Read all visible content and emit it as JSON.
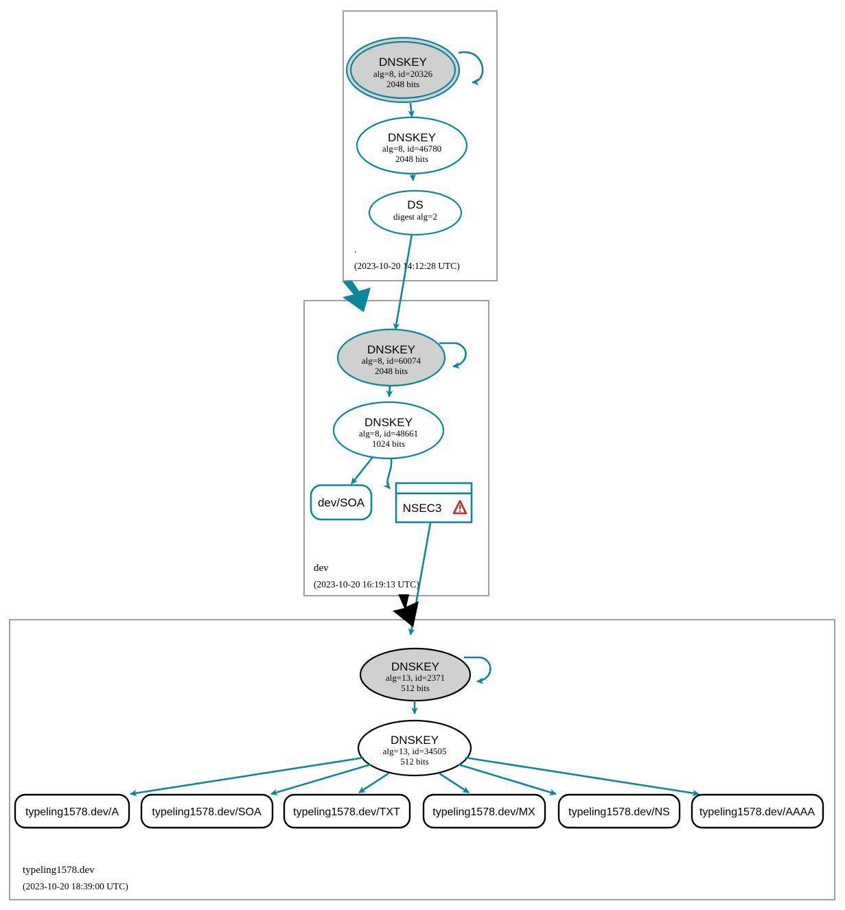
{
  "diagram": {
    "type": "dnssec-authentication-chain",
    "accent_teal": "#0a879b",
    "node_fill_sep": "#d0d0d0",
    "zone_border": "#a0a0a0",
    "warning_color": "#cc2222"
  },
  "zones": [
    {
      "id": "root",
      "name": ".",
      "timestamp": "(2023-10-20 14:12:28 UTC)",
      "nodes": [
        {
          "id": "root-ksk",
          "kind": "DNSKEY",
          "title": "DNSKEY",
          "line2": "alg=8, id=20326",
          "line3": "2048 bits",
          "sep": true,
          "shaded": true,
          "outline": "teal",
          "self_signed": true
        },
        {
          "id": "root-zsk",
          "kind": "DNSKEY",
          "title": "DNSKEY",
          "line2": "alg=8, id=46780",
          "line3": "2048 bits",
          "sep": false,
          "shaded": false,
          "outline": "teal",
          "self_signed": false
        },
        {
          "id": "root-ds",
          "kind": "DS",
          "title": "DS",
          "line2": "digest alg=2",
          "line3": "",
          "sep": false,
          "shaded": false,
          "outline": "teal",
          "self_signed": false
        }
      ]
    },
    {
      "id": "dev",
      "name": "dev",
      "timestamp": "(2023-10-20 16:19:13 UTC)",
      "nodes": [
        {
          "id": "dev-ksk",
          "kind": "DNSKEY",
          "title": "DNSKEY",
          "line2": "alg=8, id=60074",
          "line3": "2048 bits",
          "sep": true,
          "shaded": true,
          "outline": "teal",
          "self_signed": true
        },
        {
          "id": "dev-zsk",
          "kind": "DNSKEY",
          "title": "DNSKEY",
          "line2": "alg=8, id=48661",
          "line3": "1024 bits",
          "sep": false,
          "shaded": false,
          "outline": "teal",
          "self_signed": false
        },
        {
          "id": "dev-soa",
          "kind": "RRset",
          "title": "dev/SOA",
          "shape": "rounded-rect",
          "outline": "teal"
        },
        {
          "id": "dev-nsec3",
          "kind": "NSEC3",
          "title": "NSEC3",
          "shape": "record-rect",
          "outline": "teal",
          "warning": true,
          "warning_icon": "warning-triangle-icon"
        }
      ]
    },
    {
      "id": "typeling1578.dev",
      "name": "typeling1578.dev",
      "timestamp": "(2023-10-20 18:39:00 UTC)",
      "nodes": [
        {
          "id": "leaf-ksk",
          "kind": "DNSKEY",
          "title": "DNSKEY",
          "line2": "alg=13, id=2371",
          "line3": "512 bits",
          "sep": true,
          "shaded": true,
          "outline": "black",
          "self_signed": true
        },
        {
          "id": "leaf-zsk",
          "kind": "DNSKEY",
          "title": "DNSKEY",
          "line2": "alg=13, id=34505",
          "line3": "512 bits",
          "sep": false,
          "shaded": false,
          "outline": "black",
          "self_signed": false
        }
      ],
      "rrsets": [
        {
          "id": "rr-a",
          "label": "typeling1578.dev/A"
        },
        {
          "id": "rr-soa",
          "label": "typeling1578.dev/SOA"
        },
        {
          "id": "rr-txt",
          "label": "typeling1578.dev/TXT"
        },
        {
          "id": "rr-mx",
          "label": "typeling1578.dev/MX"
        },
        {
          "id": "rr-ns",
          "label": "typeling1578.dev/NS"
        },
        {
          "id": "rr-aaaa",
          "label": "typeling1578.dev/AAAA"
        }
      ]
    }
  ],
  "delegations": [
    {
      "from": "root",
      "to": "dev",
      "color": "teal"
    },
    {
      "from": "dev",
      "to": "typeling1578.dev",
      "color": "black"
    }
  ]
}
